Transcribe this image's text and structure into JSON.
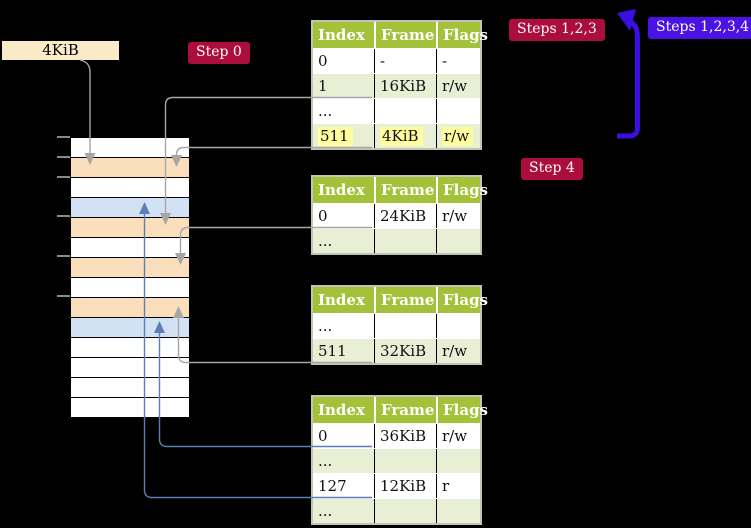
{
  "colors": {
    "background": "#000000",
    "badge_red": "#AB0E3C",
    "badge_blue": "#4B12E4",
    "big_arrow_blue": "#3C0EE2",
    "connector_gray": "#A6A6A6",
    "connector_blue": "#5B7FB5",
    "table_header_green": "#A3C239",
    "table_row_green": "#E8EFD4",
    "highlight_yellow": "#FEFE9F",
    "memory_wheat": "#FBDFBD",
    "memory_blue": "#D2E2F4",
    "size_box_bg": "#FAEAC8"
  },
  "labels": {
    "size_box": "4KiB",
    "step0": "Step 0",
    "steps123": "Steps 1,2,3",
    "steps1234": "Steps 1,2,3,4",
    "step4": "Step 4"
  },
  "memory_column": {
    "rows": [
      "white",
      "wheat",
      "white",
      "blue",
      "wheat",
      "white",
      "wheat",
      "white",
      "wheat",
      "blue",
      "white",
      "white",
      "white",
      "white"
    ],
    "tick_tops": [
      136,
      156,
      176,
      215,
      255,
      295
    ]
  },
  "page_tables": [
    {
      "headers": [
        "Index",
        "Frame",
        "Flags"
      ],
      "rows": [
        {
          "cells": [
            "0",
            "-",
            "-"
          ],
          "shaded": false,
          "highlighted": false
        },
        {
          "cells": [
            "1",
            "16KiB",
            "r/w"
          ],
          "shaded": true,
          "highlighted": false
        },
        {
          "cells": [
            "...",
            "",
            ""
          ],
          "shaded": false,
          "highlighted": false
        },
        {
          "cells": [
            "511",
            "4KiB",
            "r/w"
          ],
          "shaded": true,
          "highlighted": true
        }
      ]
    },
    {
      "headers": [
        "Index",
        "Frame",
        "Flags"
      ],
      "rows": [
        {
          "cells": [
            "0",
            "24KiB",
            "r/w"
          ],
          "shaded": false,
          "highlighted": false
        },
        {
          "cells": [
            "...",
            "",
            ""
          ],
          "shaded": true,
          "highlighted": false
        }
      ]
    },
    {
      "headers": [
        "Index",
        "Frame",
        "Flags"
      ],
      "rows": [
        {
          "cells": [
            "...",
            "",
            ""
          ],
          "shaded": false,
          "highlighted": false
        },
        {
          "cells": [
            "511",
            "32KiB",
            "r/w"
          ],
          "shaded": true,
          "highlighted": false
        }
      ]
    },
    {
      "headers": [
        "Index",
        "Frame",
        "Flags"
      ],
      "rows": [
        {
          "cells": [
            "0",
            "36KiB",
            "r/w"
          ],
          "shaded": false,
          "highlighted": false
        },
        {
          "cells": [
            "...",
            "",
            ""
          ],
          "shaded": true,
          "highlighted": false
        },
        {
          "cells": [
            "127",
            "12KiB",
            "r"
          ],
          "shaded": false,
          "highlighted": false
        },
        {
          "cells": [
            "...",
            "",
            ""
          ],
          "shaded": true,
          "highlighted": false
        }
      ]
    }
  ],
  "connectors": [
    {
      "from": "4KiB size label",
      "to": "memory row at 4KiB",
      "color": "gray"
    },
    {
      "from": "table 1 entry 1 (frame 16KiB)",
      "to": "memory row at 16KiB",
      "color": "gray"
    },
    {
      "from": "table 1 entry 511 (frame 4KiB)",
      "to": "memory row at 4KiB",
      "color": "gray"
    },
    {
      "from": "table 2 entry 0 (frame 24KiB)",
      "to": "memory row at 24KiB",
      "color": "gray"
    },
    {
      "from": "table 3 entry 511 (frame 32KiB)",
      "to": "memory row at 32KiB",
      "color": "gray"
    },
    {
      "from": "table 4 entry 0 (frame 36KiB)",
      "to": "memory row at 36KiB",
      "color": "blue"
    },
    {
      "from": "table 4 entry 127 (frame 12KiB)",
      "to": "memory row at 12KiB",
      "color": "blue"
    },
    {
      "from": "Step 4 area",
      "to": "Steps 1,2,3 label",
      "color": "big-blue"
    }
  ]
}
